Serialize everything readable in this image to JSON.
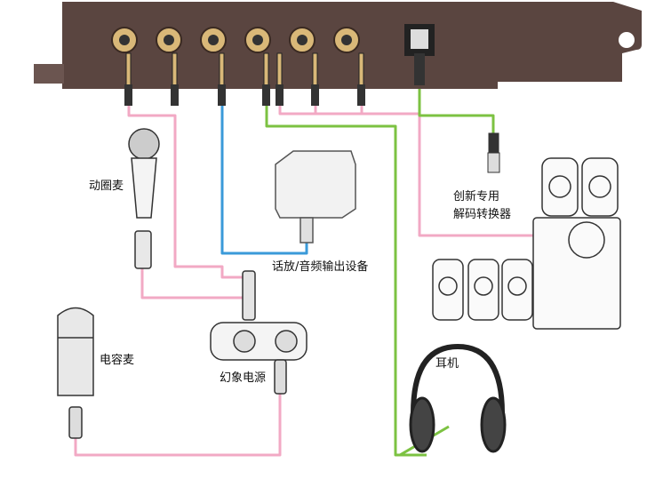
{
  "labels": {
    "dynamic_mic": "动圈麦",
    "converter_line1": "创新专用",
    "converter_line2": "解码转换器",
    "preamp_output": "话放/音频输出设备",
    "condenser_mic": "电容麦",
    "phantom_power": "幻象电源",
    "headphones": "耳机"
  },
  "colors": {
    "pink_cable": "#f2a9c4",
    "blue_cable": "#3a9ad9",
    "green_cable": "#7cc242",
    "bracket": "#5a4540",
    "jack_gold": "#d9b878"
  }
}
